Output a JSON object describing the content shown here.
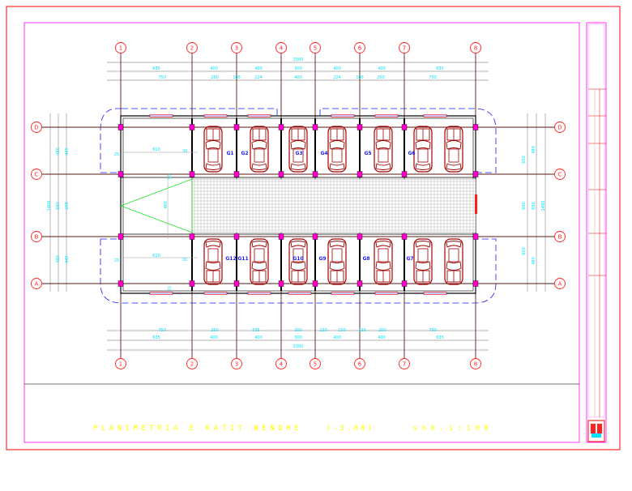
{
  "drawing": {
    "title": "PLANIMETRIA E KATIT NENDHE",
    "level": "(-3.00)",
    "scale": "shk.1:100"
  },
  "axes": {
    "columns": [
      "1",
      "2",
      "3",
      "4",
      "5",
      "6",
      "7",
      "8"
    ],
    "rows": [
      "D",
      "C",
      "B",
      "A"
    ]
  },
  "dimensions": {
    "top_total": "3300",
    "top_row1": [
      "635",
      "400",
      "400",
      "300",
      "400",
      "400",
      "635"
    ],
    "top_row2": [
      "750",
      "260",
      "106",
      "224",
      "400",
      "224",
      "106",
      "260",
      "750"
    ],
    "bottom_row1": [
      "750",
      "260",
      "535",
      "300",
      "230",
      "150",
      "136",
      "200",
      "750"
    ],
    "bottom_row2": [
      "635",
      "400",
      "400",
      "300",
      "400",
      "400",
      "635"
    ],
    "bottom_total": "3300",
    "left": [
      "480",
      "445",
      "1460",
      "690",
      "690",
      "480",
      "445"
    ],
    "right": [
      "650",
      "480",
      "690",
      "690",
      "1460",
      "650",
      "480"
    ],
    "interior": [
      "610",
      "25",
      "30",
      "610",
      "25",
      "30",
      "450",
      "50",
      "25"
    ]
  },
  "garages": {
    "top": [
      "G1",
      "G2",
      "G3",
      "G4",
      "G5",
      "G6"
    ],
    "bottom": [
      "G12",
      "G11",
      "G10",
      "G9",
      "G8",
      "G7"
    ]
  },
  "colors": {
    "frame_outer": "#ff0000",
    "frame_inner": "#ff33ff",
    "grid_axis": "#5a1a10",
    "car": "#a00000",
    "dimension_text": "#00e5ff",
    "outline_dashed": "#1a1aff",
    "ramp": "#22dd22",
    "title_text": "#ffff00"
  }
}
